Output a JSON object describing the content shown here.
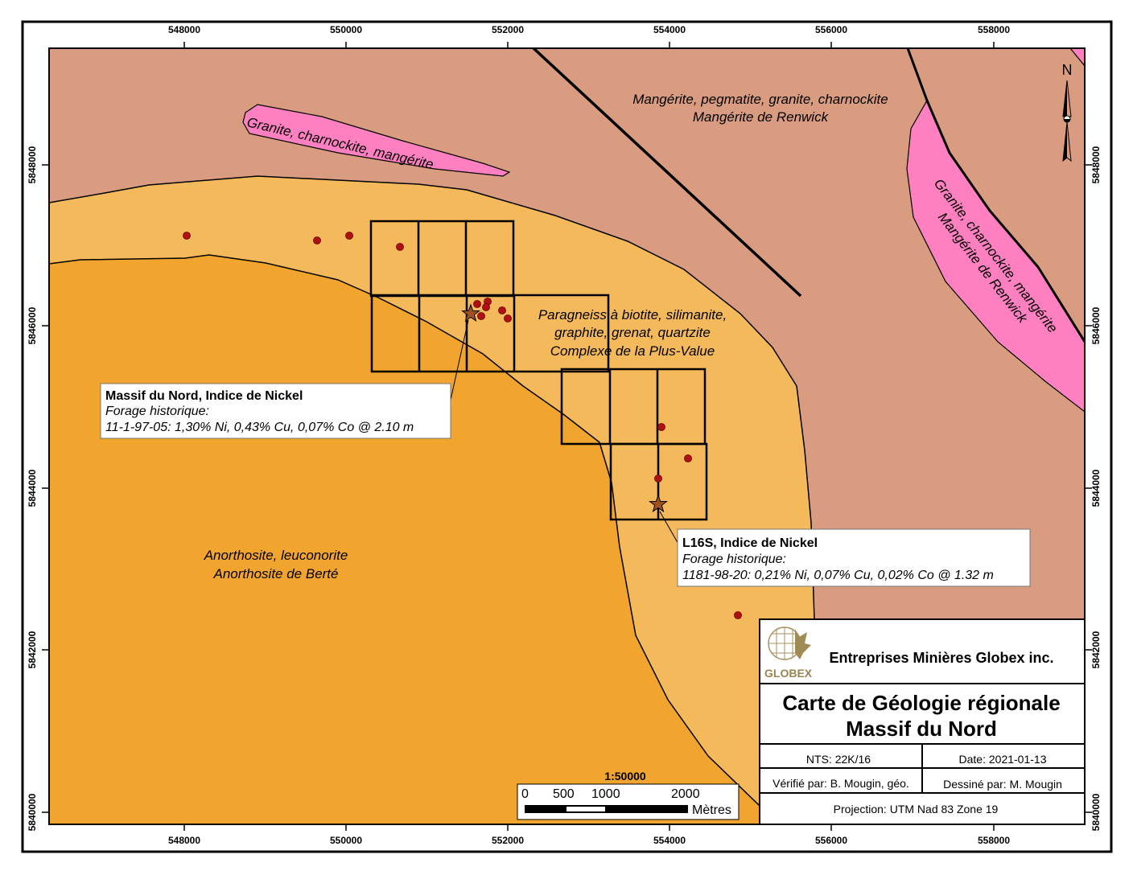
{
  "colors": {
    "mangerite": "#D99C80",
    "paragneiss": "#F4B95A",
    "anorthosite": "#F2A52E",
    "granite": "#FF80C0",
    "drillhole": "#B01010",
    "showing_star": "#A0521E"
  },
  "axes": {
    "x_ticks": [
      "548000",
      "550000",
      "552000",
      "554000",
      "556000",
      "558000"
    ],
    "y_ticks": [
      "5848000",
      "5846000",
      "5844000",
      "5842000",
      "5840000"
    ]
  },
  "units": {
    "mangerite_renwick": {
      "line1": "Mangérite, pegmatite, granite, charnockite",
      "line2": "Mangérite de Renwick"
    },
    "granite_lens": {
      "line1": "Granite, charnockite, mangérite"
    },
    "granite_band": {
      "line1": "Granite, charnockite, mangérite",
      "line2": "Mangérite de Renwick"
    },
    "paragneiss": {
      "line1": "Paragneiss à biotite, silimanite,",
      "line2": "graphite, grenat, quartzite",
      "line3": "Complexe de la Plus-Value"
    },
    "anorthosite": {
      "line1": "Anorthosite, leuconorite",
      "line2": "Anorthosite de Berté"
    }
  },
  "showings": [
    {
      "title": "Massif du Nord, Indice de Nickel",
      "subtitle": "Forage historique:",
      "result": "11-1-97-05: 1,30% Ni, 0,43% Cu, 0,07% Co @ 2.10 m"
    },
    {
      "title": "L16S, Indice de Nickel",
      "subtitle": "Forage historique:",
      "result": "1181-98-20: 0,21% Ni, 0,07% Cu, 0,02% Co @ 1.32 m"
    }
  ],
  "north_arrow": {
    "label": "N",
    "icon": "north-arrow-icon"
  },
  "scale_bar": {
    "ratio": "1:50000",
    "labels": [
      "0",
      "500",
      "1000",
      "2000"
    ],
    "unit": "Mètres"
  },
  "title_block": {
    "logo_text": "GLOBEX",
    "company": "Entreprises Minières Globex inc.",
    "title_line1": "Carte de Géologie régionale",
    "title_line2": "Massif du Nord",
    "nts": "NTS: 22K/16",
    "date": "Date: 2021-01-13",
    "verified": "Vérifié par: B. Mougin, géo.",
    "drawn": "Dessiné par: M. Mougin",
    "projection": "Projection: UTM Nad 83 Zone 19"
  }
}
